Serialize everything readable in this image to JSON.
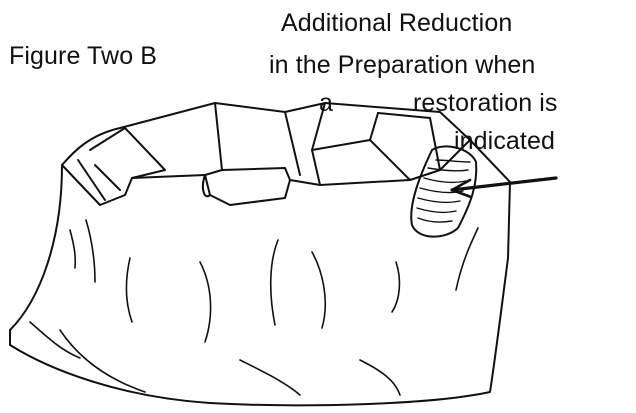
{
  "figure": {
    "title": "Figure Two B"
  },
  "annotation": {
    "line1": "Additional Reduction",
    "line2": "in the Preparation when",
    "word_a": "a",
    "line3": "restoration is",
    "line4": "indicated"
  },
  "colors": {
    "ink": "#111111",
    "background": "#ffffff"
  }
}
